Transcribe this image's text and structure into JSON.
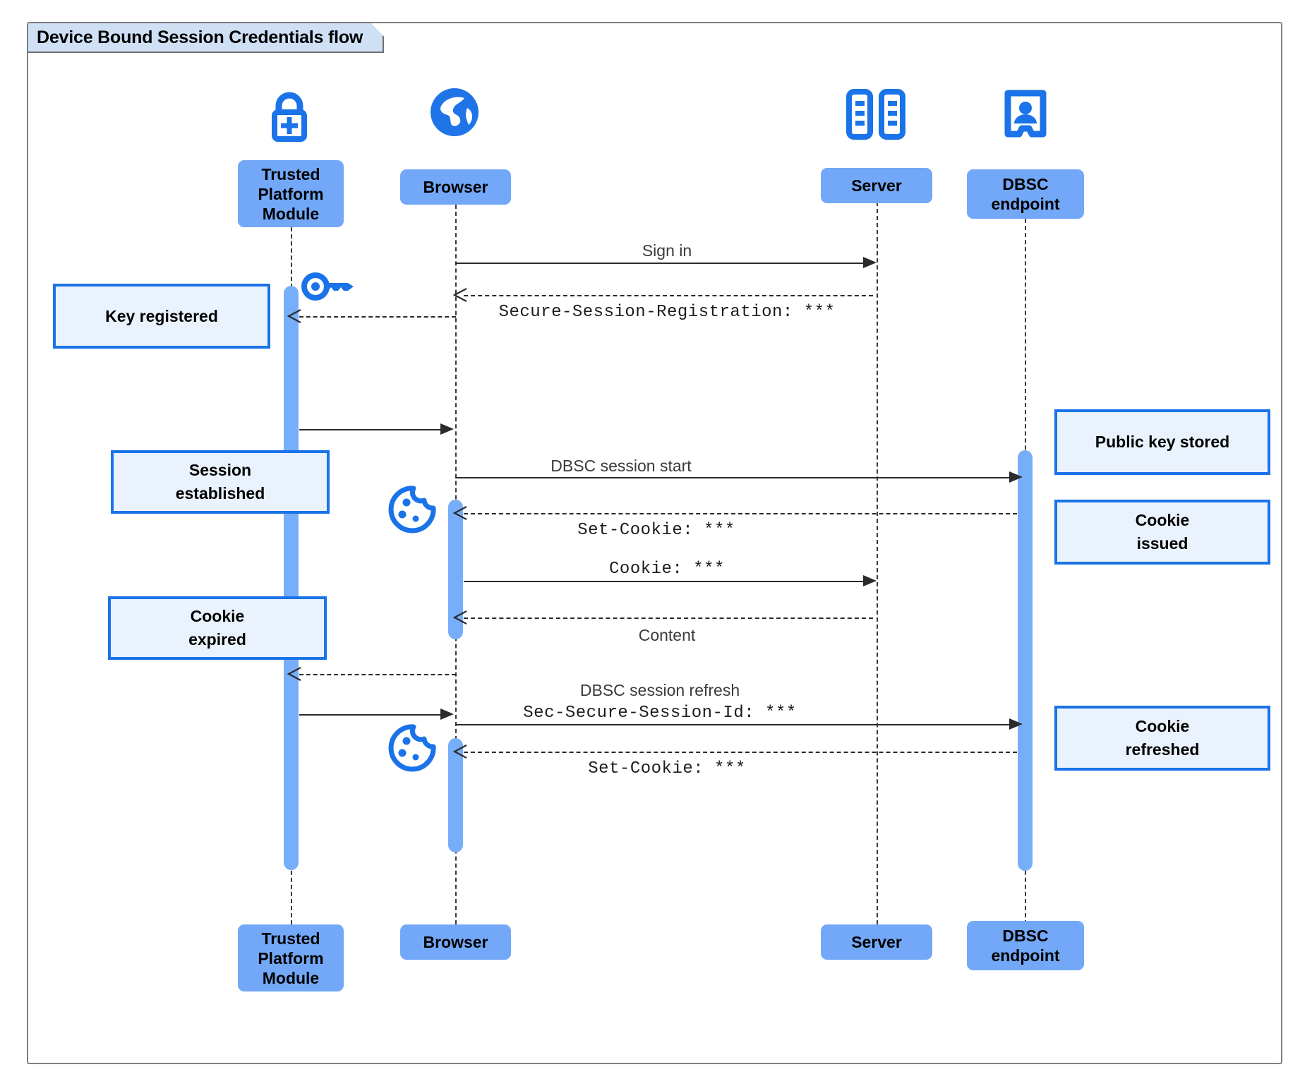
{
  "diagram": {
    "title": "Device Bound Session Credentials flow",
    "type": "uml-sequence-diagram"
  },
  "colors": {
    "participant_fill": "#72a8f7",
    "note_fill": "#eaf2fe",
    "note_border": "#1a73e8",
    "activation_fill": "#77aef9",
    "icon_blue": "#1a73e8",
    "frame_border": "#808080",
    "title_fill": "#cfe0f5",
    "line": "#2b2b2b"
  },
  "participants": [
    {
      "id": "tpm",
      "label": "Trusted\nPlatform\nModule",
      "icon": "lock-plus-icon"
    },
    {
      "id": "browser",
      "label": "Browser",
      "icon": "globe-icon"
    },
    {
      "id": "server",
      "label": "Server",
      "icon": "server-rack-icon"
    },
    {
      "id": "dbsc",
      "label": "DBSC\nendpoint",
      "icon": "id-badge-icon"
    }
  ],
  "participants_footer": [
    {
      "id": "tpm",
      "label": "Trusted\nPlatform\nModule"
    },
    {
      "id": "browser",
      "label": "Browser"
    },
    {
      "id": "server",
      "label": "Server"
    },
    {
      "id": "dbsc",
      "label": "DBSC\nendpoint"
    }
  ],
  "messages": [
    {
      "id": "m1",
      "label": "Sign in",
      "style": "solid",
      "font": "sans",
      "from": "browser",
      "to": "server"
    },
    {
      "id": "m2",
      "label": "Secure-Session-Registration: ***",
      "style": "dashed",
      "font": "mono",
      "from": "server",
      "to": "browser"
    },
    {
      "id": "m3",
      "label": "",
      "style": "solid",
      "font": "sans",
      "from": "tpm",
      "to": "browser"
    },
    {
      "id": "m4",
      "label": "DBSC session start",
      "style": "solid",
      "font": "sans",
      "from": "browser",
      "to": "dbsc"
    },
    {
      "id": "m5",
      "label": "Set-Cookie: ***",
      "style": "dashed",
      "font": "mono",
      "from": "dbsc",
      "to": "browser"
    },
    {
      "id": "m6",
      "label": "Cookie: ***",
      "style": "solid",
      "font": "mono",
      "from": "browser",
      "to": "server"
    },
    {
      "id": "m7",
      "label": "Content",
      "style": "dashed",
      "font": "sans",
      "from": "server",
      "to": "browser"
    },
    {
      "id": "m8",
      "label": "",
      "style": "dashed",
      "font": "sans",
      "from": "browser",
      "to": "tpm"
    },
    {
      "id": "m9a",
      "label": "DBSC session refresh",
      "style": "solid",
      "font": "sans",
      "from": "browser",
      "to": "dbsc"
    },
    {
      "id": "m9b",
      "label": "Sec-Secure-Session-Id: ***",
      "style": "solid",
      "font": "mono",
      "from": "browser",
      "to": "dbsc"
    },
    {
      "id": "m10",
      "label": "",
      "style": "solid",
      "font": "sans",
      "from": "tpm",
      "to": "browser"
    },
    {
      "id": "m11",
      "label": "Set-Cookie: ***",
      "style": "dashed",
      "font": "mono",
      "from": "dbsc",
      "to": "browser"
    }
  ],
  "notes": [
    {
      "id": "n1",
      "label": "Key registered",
      "side": "left",
      "anchor": "tpm"
    },
    {
      "id": "n2",
      "label": "Session\nestablished",
      "side": "left",
      "anchor": "tpm"
    },
    {
      "id": "n3",
      "label": "Cookie\nexpired",
      "side": "left",
      "anchor": "tpm"
    },
    {
      "id": "n4",
      "label": "Public key stored",
      "side": "right",
      "anchor": "dbsc"
    },
    {
      "id": "n5",
      "label": "Cookie\nissued",
      "side": "right",
      "anchor": "dbsc"
    },
    {
      "id": "n6",
      "label": "Cookie\nrefreshed",
      "side": "right",
      "anchor": "dbsc"
    }
  ],
  "decorations": [
    {
      "id": "d1",
      "icon": "key-icon",
      "near": "tpm"
    },
    {
      "id": "d2",
      "icon": "cookie-icon",
      "near": "browser"
    },
    {
      "id": "d3",
      "icon": "cookie-icon",
      "near": "browser"
    }
  ]
}
